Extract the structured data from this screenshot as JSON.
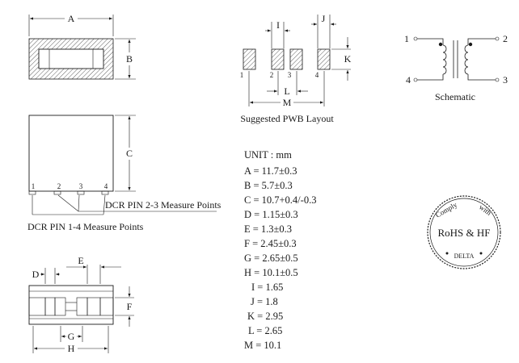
{
  "top_view": {
    "A": "A",
    "B": "B"
  },
  "side_view": {
    "C": "C",
    "pins": [
      "1",
      "2",
      "3",
      "4"
    ],
    "note_23": "DCR PIN 2-3 Measure Points",
    "note_14": "DCR PIN 1-4 Measure Points"
  },
  "bottom_view": {
    "D": "D",
    "E": "E",
    "F": "F",
    "G": "G",
    "H": "H"
  },
  "pwb": {
    "I": "I",
    "J": "J",
    "K": "K",
    "L": "L",
    "M": "M",
    "pads": [
      "1",
      "2",
      "3",
      "4"
    ],
    "caption": "Suggested PWB Layout"
  },
  "schematic": {
    "pins": [
      "1",
      "2",
      "4",
      "3"
    ],
    "caption": "Schematic"
  },
  "specs": {
    "unit": "UNIT : mm",
    "rows": [
      "A = 11.7±0.3",
      "B = 5.7±0.3",
      "C = 10.7+0.4/-0.3",
      "D = 1.15±0.3",
      "E = 1.3±0.3",
      "F = 2.45±0.3",
      "G = 2.65±0.5",
      "H = 10.1±0.5",
      "I = 1.65",
      "J = 1.8",
      "K = 2.95",
      "L = 2.65",
      "M = 10.1"
    ]
  },
  "stamp": {
    "main": "RoHS & HF",
    "top_left": "Comply",
    "top_right": "with",
    "bottom": "DELTA"
  }
}
